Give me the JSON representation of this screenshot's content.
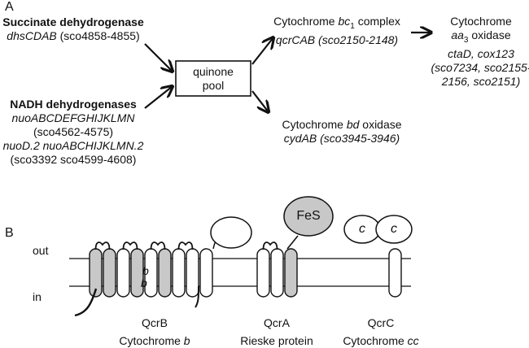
{
  "panel_a": {
    "label": "A",
    "succinate": {
      "title": "Succinate dehydrogenase",
      "genes": "dhsCDAB",
      "ids": "(sco4858-4855)"
    },
    "nadh": {
      "title": "NADH dehydrogenases",
      "genes1": "nuoABCDEFGHIJKLMN",
      "ids1": "(sco4562-4575)",
      "genes2": "nuoD.2 nuoABCHIJKLMN.2",
      "ids2": "(sco3392 sco4599-4608)"
    },
    "quinone_pool": {
      "line1": "quinone",
      "line2": "pool"
    },
    "bc1": {
      "title_prefix": "Cytochrome ",
      "title_italic": "bc",
      "title_sub": "1",
      "title_suffix": " complex",
      "genes": "qcrCAB",
      "ids": "(sco2150-2148)"
    },
    "bd": {
      "title_prefix": "Cytochrome ",
      "title_italic": "bd",
      "title_suffix": " oxidase",
      "genes": "cydAB",
      "ids": "(sco3945-3946)"
    },
    "aa3": {
      "line1": "Cytochrome",
      "line2_italic": "aa",
      "line2_sub": "3",
      "line2_suffix": " oxidase",
      "genes": "ctaD, cox123",
      "ids1": "(sco7234, sco2155-",
      "ids2": "2156, sco2151)"
    }
  },
  "panel_b": {
    "label": "B",
    "side_out": "out",
    "side_in": "in",
    "heme_b1": "b",
    "heme_b2": "b",
    "fes": "FeS",
    "heme_c1": "c",
    "heme_c2": "c",
    "qcrb": {
      "name": "QcrB",
      "desc_prefix": "Cytochrome ",
      "desc_italic": "b"
    },
    "qcra": {
      "name": "QcrA",
      "desc": "Rieske protein"
    },
    "qcrc": {
      "name": "QcrC",
      "desc_prefix": "Cytochrome ",
      "desc_italic": "cc"
    }
  }
}
